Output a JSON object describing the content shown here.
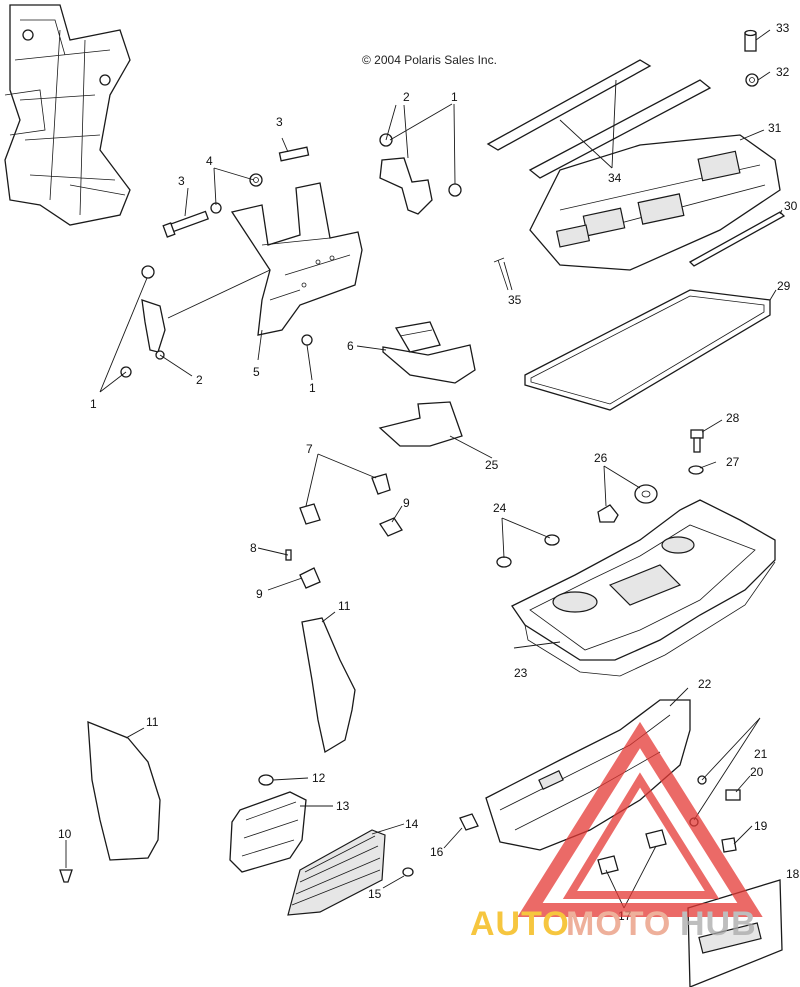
{
  "copyright": "© 2004 Polaris Sales Inc.",
  "watermark": {
    "text_a": "AUTO",
    "text_b": "MOTO",
    "text_c": "HUB",
    "color_a": "#f4b400",
    "color_b": "#e9967a",
    "color_c": "#a9a9a9",
    "triangle_color": "#e53935"
  },
  "callouts": {
    "c1a": "1",
    "c1b": "1",
    "c1c": "1",
    "c2a": "2",
    "c2b": "2",
    "c3a": "3",
    "c3b": "3",
    "c4": "4",
    "c5": "5",
    "c6": "6",
    "c7": "7",
    "c8": "8",
    "c9a": "9",
    "c9b": "9",
    "c10": "10",
    "c11a": "11",
    "c11b": "11",
    "c12": "12",
    "c13": "13",
    "c14": "14",
    "c15": "15",
    "c16": "16",
    "c17": "17",
    "c18": "18",
    "c19": "19",
    "c20": "20",
    "c21": "21",
    "c22": "22",
    "c23": "23",
    "c24": "24",
    "c25": "25",
    "c26": "26",
    "c27": "27",
    "c28": "28",
    "c29": "29",
    "c30": "30",
    "c31": "31",
    "c32": "32",
    "c33": "33",
    "c34": "34",
    "c35": "35"
  }
}
